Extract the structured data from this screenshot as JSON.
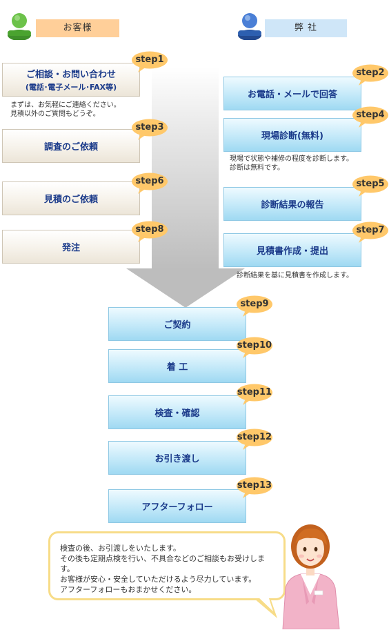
{
  "headers": {
    "customer": "お客様",
    "company": "弊 社"
  },
  "customer_steps": [
    {
      "step": "step1",
      "title": "ご相談・お問い合わせ",
      "sub": "(電話･電子メール･FAX等)",
      "note": [
        "まずは、お気軽にご連絡ください。",
        "見積以外のご質問もどうぞ。"
      ]
    },
    {
      "step": "step3",
      "title": "調査のご依頼"
    },
    {
      "step": "step6",
      "title": "見積のご依頼"
    },
    {
      "step": "step8",
      "title": "発注"
    }
  ],
  "company_steps": [
    {
      "step": "step2",
      "title": "お電話・メールで回答"
    },
    {
      "step": "step4",
      "title": "現場診断(無料)",
      "note": [
        "現場で状態や補修の程度を診断します。",
        "診断は無料です。"
      ]
    },
    {
      "step": "step5",
      "title": "診断結果の報告"
    },
    {
      "step": "step7",
      "title": "見積書作成・提出",
      "note": [
        "診断結果を基に見積書を作成します。"
      ]
    }
  ],
  "common_steps": [
    {
      "step": "step9",
      "title": "ご契約"
    },
    {
      "step": "step10",
      "title": "着 工"
    },
    {
      "step": "step11",
      "title": "検査・確認"
    },
    {
      "step": "step12",
      "title": "お引き渡し"
    },
    {
      "step": "step13",
      "title": "アフターフォロー"
    }
  ],
  "message": [
    "検査の後、お引渡しをいたします。",
    "その後も定期点検を行い、不具合などのご相談もお受けします。",
    "お客様が安心・安全していただけるよう尽力しています。",
    "アフターフォローもおまかせください。"
  ],
  "colors": {
    "customer": "#ffcf99",
    "company": "#cfe6f8",
    "bubble": "#ffc86a",
    "text": "#1a3a8a"
  }
}
